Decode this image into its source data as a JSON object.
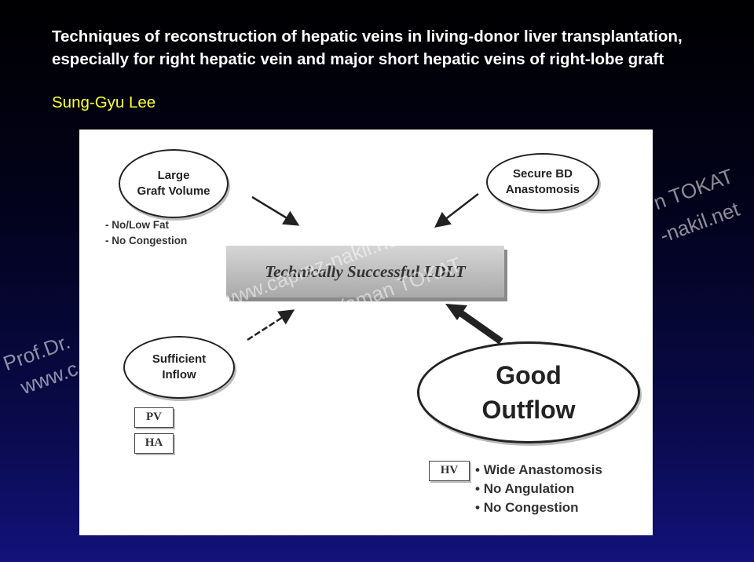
{
  "slide": {
    "title": "Techniques of reconstruction of hepatic veins in living-donor liver transplantation, especially for right hepatic vein and major short hepatic veins of right-lobe graft",
    "author": "Sung-Gyu Lee"
  },
  "diagram": {
    "center": "Technically Successful LDLT",
    "graft_volume": {
      "line1": "Large",
      "line2": "Graft Volume",
      "bullets": [
        "No/Low Fat",
        "No Congestion"
      ]
    },
    "bd": {
      "line1": "Secure BD",
      "line2": "Anastomosis"
    },
    "inflow": {
      "line1": "Sufficient",
      "line2": "Inflow",
      "tags": [
        "PV",
        "HA"
      ]
    },
    "outflow": {
      "line1": "Good",
      "line2": "Outflow",
      "tag": "HV",
      "bullets": [
        "Wide Anastomosis",
        "No Angulation",
        "No Congestion"
      ]
    }
  },
  "watermarks": {
    "w1": "Prof.Dr.",
    "w2": "www.c",
    "w3": "T www.capraz-nakil.net",
    "w4": "Yaman TOKAT",
    "w5": "n TOKAT",
    "w6": "-nakil.net"
  }
}
